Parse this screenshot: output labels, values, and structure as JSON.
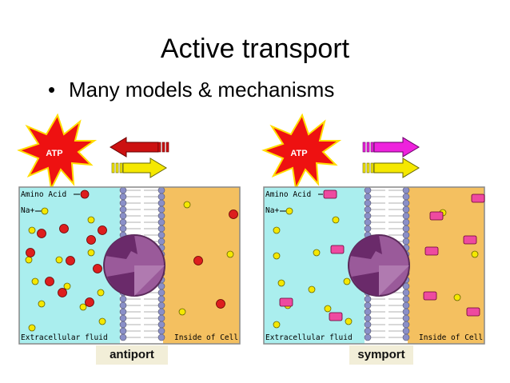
{
  "slide": {
    "title": "Active transport",
    "bullet": "Many models & mechanisms"
  },
  "panels": [
    {
      "id": "antiport",
      "atp_label": "ATP",
      "labels": {
        "amino_acid": "Amino Acid",
        "na": "Na+",
        "extracellular": "Extracellular fluid",
        "inside": "Inside of Cell"
      },
      "caption": "antiport",
      "arrows": [
        {
          "direction": "left",
          "color": "#cc1111"
        },
        {
          "direction": "right",
          "color": "#f5e800"
        }
      ],
      "amino_acid_shape": "circle",
      "amino_acid_color": "#dd1e1e"
    },
    {
      "id": "symport",
      "atp_label": "ATP",
      "labels": {
        "amino_acid": "Amino Acid",
        "na": "Na+",
        "extracellular": "Extracellular fluid",
        "inside": "Inside of Cell"
      },
      "caption": "symport",
      "arrows": [
        {
          "direction": "right",
          "color": "#ee22dd"
        },
        {
          "direction": "right",
          "color": "#f5e800"
        }
      ],
      "amino_acid_shape": "rect",
      "amino_acid_color": "#ee4aa0"
    }
  ],
  "colors": {
    "extracellular": "#aaeeee",
    "inside": "#f4c060",
    "sodium": "#f5e800",
    "membrane_head": "#8a8fc8",
    "protein": "#9a5a9a",
    "atp_burst": "#ee1111"
  }
}
